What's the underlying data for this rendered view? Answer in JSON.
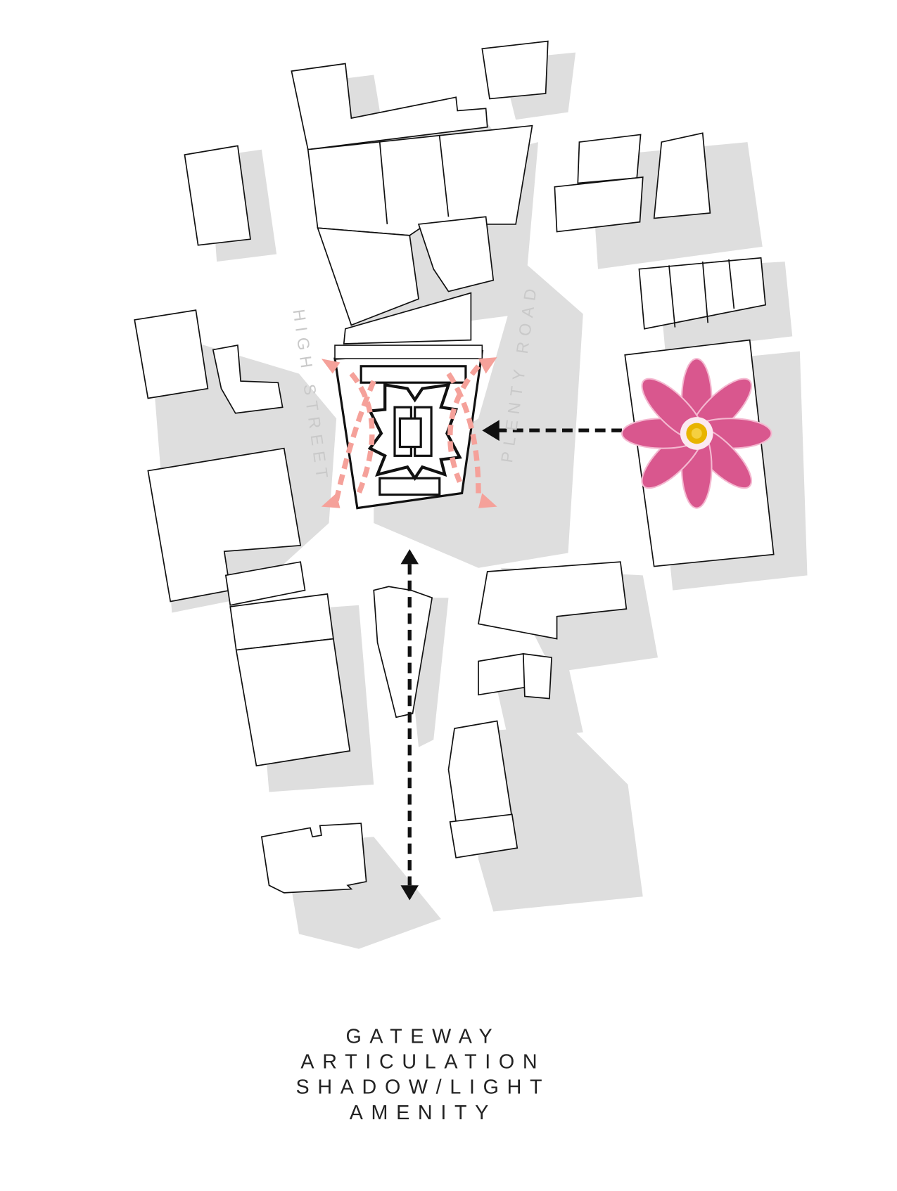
{
  "streets": {
    "high_street": "HIGH STREET",
    "plenty_road": "PLENTY ROAD"
  },
  "caption": [
    "GATEWAY",
    "ARTICULATION",
    "SHADOW/LIGHT",
    "AMENITY"
  ],
  "icons": {
    "flower": "lotus-flower-icon"
  },
  "colors": {
    "shadow": "#dedede",
    "arrow_pink": "#f5a19a",
    "arrow_black": "#111111",
    "lotus": "#d9578e"
  }
}
